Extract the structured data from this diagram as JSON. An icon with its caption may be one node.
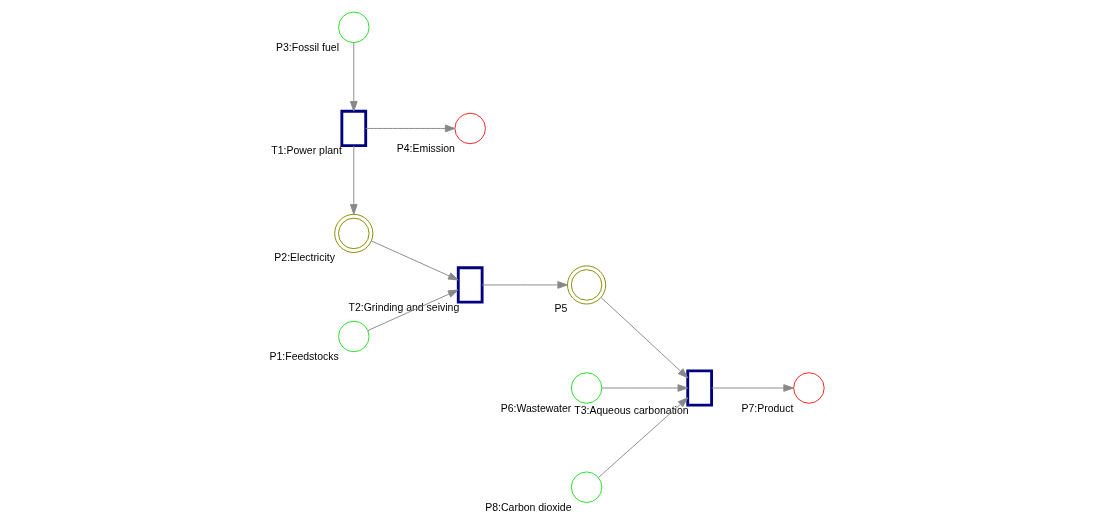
{
  "diagram": {
    "nodes": [
      {
        "text": [],
        "shape": "circle",
        "beside": [
          "P3:Fossil fuel"
        ]
      },
      {
        "text": [],
        "shape": "box",
        "beside": [
          "T1:Power plant"
        ]
      },
      {
        "text": [],
        "shape": "circle",
        "beside": [
          "P4:Emission"
        ]
      },
      {
        "text": [],
        "shape": "circle",
        "beside": [
          "P2:Electricity"
        ]
      },
      {
        "text": [],
        "shape": "circle",
        "beside": [
          "P6:Wastewater"
        ]
      },
      {
        "text": [],
        "shape": "circle",
        "beside": [
          "P1:Feedstocks"
        ]
      },
      {
        "text": [],
        "shape": "box",
        "beside": [
          "T2:Grinding and seiving"
        ]
      },
      {
        "text": [],
        "shape": "circle",
        "beside": [
          "P5"
        ]
      },
      {
        "text": [],
        "shape": "box",
        "beside": [
          "T3:Aqueous carbonation"
        ]
      },
      {
        "text": [],
        "shape": "circle",
        "beside": [
          "P7:Product"
        ]
      },
      {
        "text": [],
        "shape": "circle",
        "beside": [
          "P8:Carbon dioxide"
        ]
      }
    ],
    "edges": [
      {
        "from": 0,
        "to": 1,
        "arrow": "to"
      },
      {
        "from": 1,
        "to": 2,
        "arrow": "to"
      },
      {
        "from": 1,
        "to": 3,
        "arrow": "to"
      },
      {
        "from": 3,
        "to": 6,
        "arrow": "to"
      },
      {
        "from": 5,
        "to": 6,
        "arrow": "to"
      },
      {
        "from": 6,
        "to": 7,
        "arrow": "to"
      },
      {
        "from": 7,
        "to": 8,
        "arrow": "to"
      },
      {
        "from": 4,
        "to": 8,
        "arrow": "to"
      },
      {
        "from": 10,
        "to": 8,
        "arrow": "to"
      },
      {
        "from": 8,
        "to": 9,
        "arrow": "to"
      }
    ]
  }
}
